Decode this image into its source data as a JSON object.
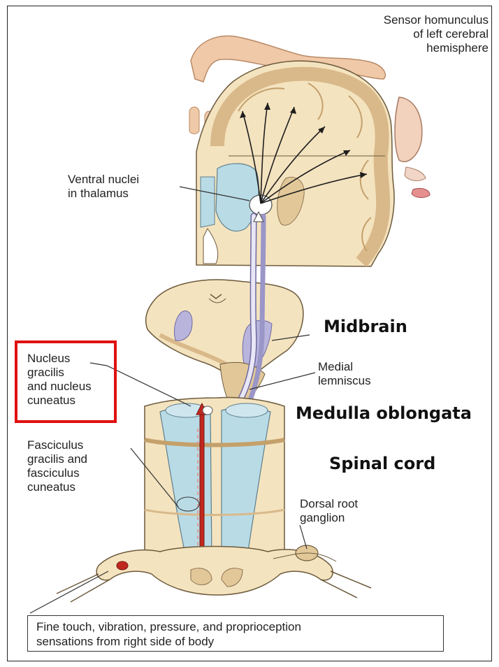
{
  "labels": {
    "homunculus": "Sensor homunculus\nof left cerebral\nhemisphere",
    "ventral_nuclei": "Ventral nuclei\nin thalamus",
    "nucleus_gracilis": "Nucleus\ngracilis\nand nucleus\ncuneatus",
    "medial_lemniscus": "Medial\nlemniscus",
    "fasciculus": "Fasciculus\ngracilis and\nfasciculus\ncuneatus",
    "dorsal_root": "Dorsal root\nganglion"
  },
  "regions": {
    "midbrain": "Midbrain",
    "medulla": "Medulla oblongata",
    "spinal_cord": "Spinal cord"
  },
  "caption": "Fine touch, vibration, pressure, and proprioception\nsensations from right side of body",
  "colors": {
    "tissue": "#f4e3bf",
    "tissue_dark": "#e2c899",
    "blue": "#b9dbe6",
    "lavender": "#b8b4dc",
    "pathway": "#c0281e",
    "highlight": "#e01010"
  }
}
